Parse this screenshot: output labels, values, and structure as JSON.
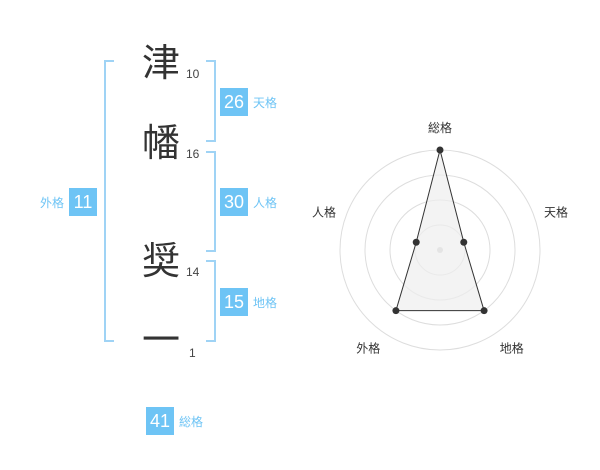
{
  "name": {
    "chars": [
      {
        "char": "津",
        "strokes": "10"
      },
      {
        "char": "幡",
        "strokes": "16"
      },
      {
        "char": "奨",
        "strokes": "14"
      },
      {
        "char": "一",
        "strokes": "1"
      }
    ]
  },
  "scores": {
    "tenkaku": {
      "value": "26",
      "label": "天格"
    },
    "jinkaku": {
      "value": "30",
      "label": "人格"
    },
    "chikaku": {
      "value": "15",
      "label": "地格"
    },
    "gaikaku": {
      "value": "11",
      "label": "外格"
    },
    "soukaku": {
      "value": "41",
      "label": "総格"
    }
  },
  "radar": {
    "axes": [
      "総格",
      "天格",
      "地格",
      "外格",
      "人格"
    ],
    "levels": 4,
    "values": [
      4,
      1,
      3,
      3,
      1
    ],
    "max": 4,
    "colors": {
      "grid": "#dddddd",
      "fill": "#eeeeee",
      "line": "#333333",
      "center": "#cccccc"
    }
  }
}
